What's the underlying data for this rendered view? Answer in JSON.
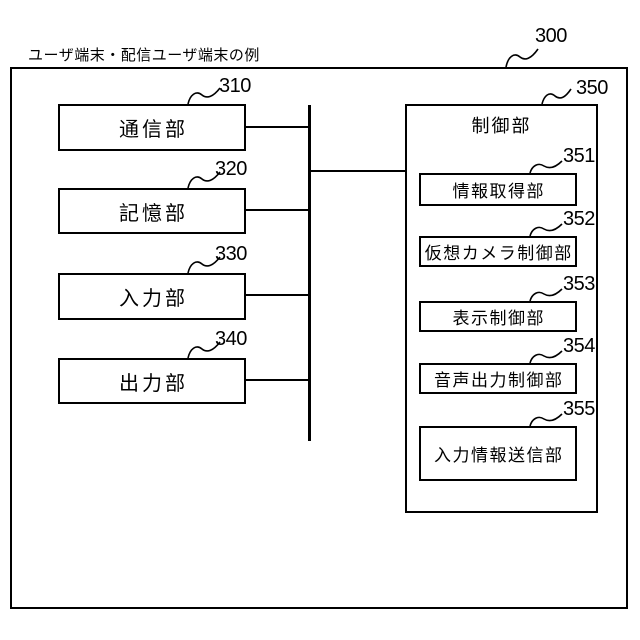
{
  "figure": {
    "title": "ユーザ端末・配信ユーザ端末の例",
    "outer": {
      "ref": "300"
    },
    "left_blocks": [
      {
        "label": "通信部",
        "ref": "310"
      },
      {
        "label": "記憶部",
        "ref": "320"
      },
      {
        "label": "入力部",
        "ref": "330"
      },
      {
        "label": "出力部",
        "ref": "340"
      }
    ],
    "control": {
      "label": "制御部",
      "ref": "350",
      "children": [
        {
          "label": "情報取得部",
          "ref": "351"
        },
        {
          "label": "仮想カメラ制御部",
          "ref": "352"
        },
        {
          "label": "表示制御部",
          "ref": "353"
        },
        {
          "label": "音声出力制御部",
          "ref": "354"
        },
        {
          "label": "入力情報送信部",
          "ref": "355"
        }
      ]
    },
    "colors": {
      "background": "#ffffff",
      "line": "#000000",
      "text": "#000000"
    }
  }
}
